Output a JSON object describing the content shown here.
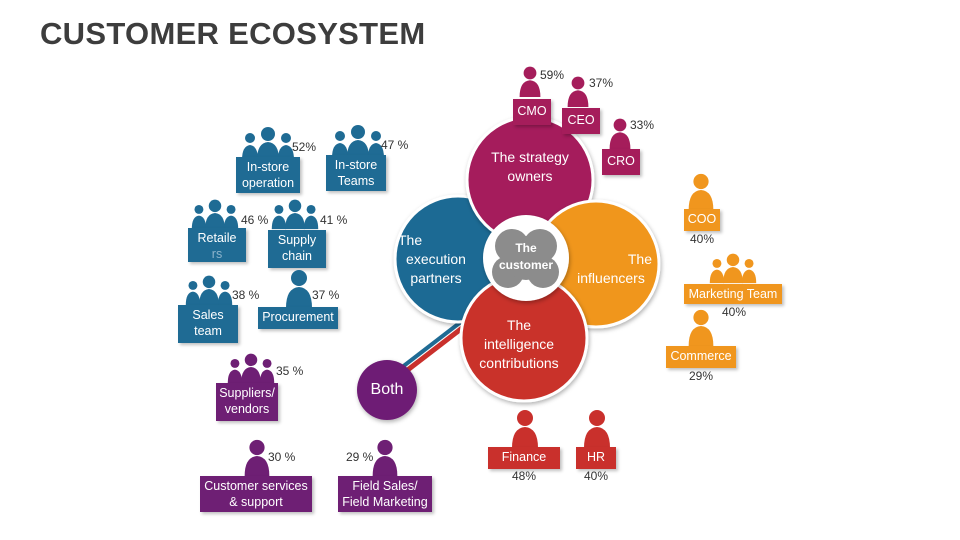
{
  "title": "CUSTOMER ECOSYSTEM",
  "center": {
    "line1": "The",
    "line2": "customer"
  },
  "petals": {
    "strategy": {
      "line1": "The strategy",
      "line2": "owners"
    },
    "execution": {
      "line1": "The",
      "line2": "execution",
      "line3": "partners"
    },
    "influencers": {
      "line1": "The",
      "line2": "influencers"
    },
    "intelligence": {
      "line1": "The",
      "line2": "intelligence",
      "line3": "contributions"
    }
  },
  "both": "Both",
  "teams": {
    "instore_operation": {
      "line1": "In-store",
      "line2": "operation",
      "pct": "52%"
    },
    "instore_teams": {
      "line1": "In-store",
      "line2": "Teams",
      "pct": "47 %"
    },
    "retailers": {
      "line1": "Retaile",
      "line2": "rs",
      "pct": "46 %"
    },
    "supply_chain": {
      "line1": "Supply",
      "line2": "chain",
      "pct": "41 %"
    },
    "sales_team": {
      "line1": "Sales",
      "line2": "team",
      "pct": "38 %"
    },
    "procurement": {
      "line1": "Procurement",
      "pct": "37 %"
    },
    "suppliers": {
      "line1": "Suppliers/",
      "line2": "vendors",
      "pct": "35 %"
    },
    "customer_services": {
      "line1": "Customer services",
      "line2": "& support",
      "pct": "30 %"
    },
    "field_sales": {
      "line1": "Field Sales/",
      "line2": "Field Marketing",
      "pct": "29 %"
    },
    "cmo": {
      "label": "CMO",
      "pct": "59%"
    },
    "ceo": {
      "label": "CEO",
      "pct": "37%"
    },
    "cro": {
      "label": "CRO",
      "pct": "33%"
    },
    "coo": {
      "label": "COO",
      "pct": "40%"
    },
    "marketing_team": {
      "label": "Marketing Team",
      "pct": "40%"
    },
    "commerce": {
      "label": "Commerce",
      "pct": "29%"
    },
    "finance": {
      "label": "Finance",
      "pct": "48%"
    },
    "hr": {
      "label": "HR",
      "pct": "40%"
    }
  },
  "colors": {
    "teal": "#1f6b94",
    "purple": "#6e1f74",
    "orange": "#f0961e",
    "red": "#c9302c",
    "magenta": "#a51d5b",
    "gray": "#8c8c8c"
  }
}
